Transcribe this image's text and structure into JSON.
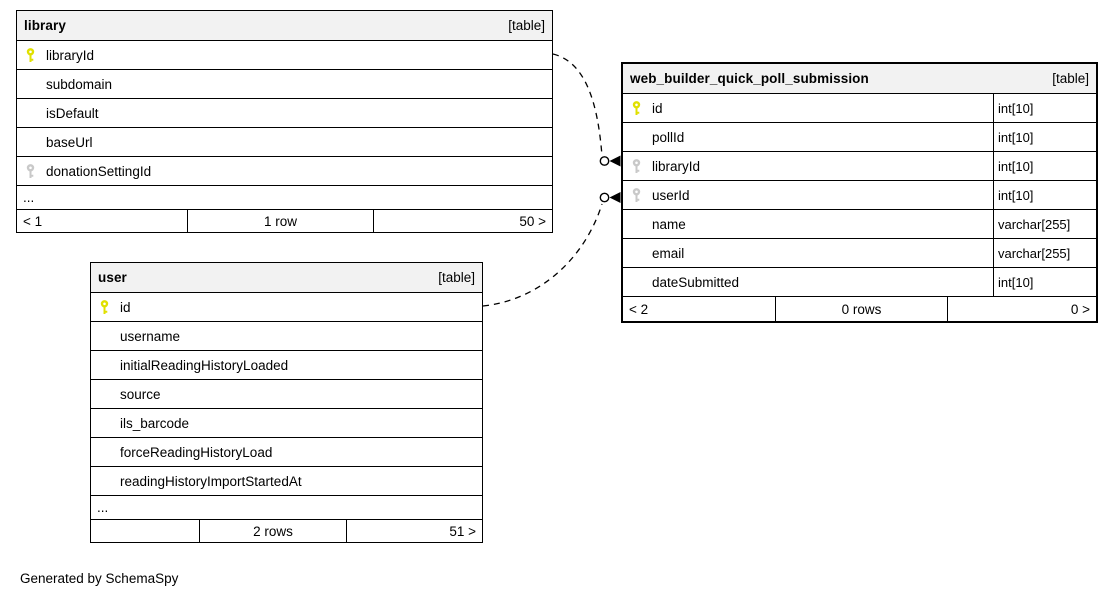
{
  "page": {
    "note": "Generated by SchemaSpy"
  },
  "colors": {
    "primary_key": "#e0e000",
    "foreign_key": "#c9c9c9",
    "header_bg": "#f2f2f2",
    "border": "#000000"
  },
  "icons": {
    "primary_key": "key-icon (yellow)",
    "foreign_key": "key-icon (gray)"
  },
  "tables": {
    "library": {
      "title": "library",
      "badge": "[table]",
      "columns": [
        {
          "name": "libraryId",
          "key": "pk"
        },
        {
          "name": "subdomain"
        },
        {
          "name": "isDefault"
        },
        {
          "name": "baseUrl"
        },
        {
          "name": "donationSettingId",
          "key": "fk"
        },
        {
          "name": "..."
        }
      ],
      "footer": {
        "left": "< 1",
        "center": "1 row",
        "right": "50 >"
      }
    },
    "submission": {
      "title": "web_builder_quick_poll_submission",
      "badge": "[table]",
      "columns": [
        {
          "name": "id",
          "type": "int[10]",
          "key": "pk"
        },
        {
          "name": "pollId",
          "type": "int[10]"
        },
        {
          "name": "libraryId",
          "type": "int[10]",
          "key": "fk"
        },
        {
          "name": "userId",
          "type": "int[10]",
          "key": "fk"
        },
        {
          "name": "name",
          "type": "varchar[255]"
        },
        {
          "name": "email",
          "type": "varchar[255]"
        },
        {
          "name": "dateSubmitted",
          "type": "int[10]"
        }
      ],
      "footer": {
        "left": "< 2",
        "center": "0 rows",
        "right": "0 >"
      }
    },
    "user": {
      "title": "user",
      "badge": "[table]",
      "columns": [
        {
          "name": "id",
          "key": "pk"
        },
        {
          "name": "username"
        },
        {
          "name": "initialReadingHistoryLoaded"
        },
        {
          "name": "source"
        },
        {
          "name": "ils_barcode"
        },
        {
          "name": "forceReadingHistoryLoad"
        },
        {
          "name": "readingHistoryImportStartedAt"
        },
        {
          "name": "..."
        }
      ],
      "footer": {
        "left": "",
        "center": "2 rows",
        "right": "51 >"
      }
    }
  },
  "relationships": [
    {
      "from": "library.libraryId",
      "to": "web_builder_quick_poll_submission.libraryId",
      "style": "dashed, circle + solid arrow at child end"
    },
    {
      "from": "user.id",
      "to": "web_builder_quick_poll_submission.userId",
      "style": "dashed, circle + solid arrow at child end"
    }
  ]
}
